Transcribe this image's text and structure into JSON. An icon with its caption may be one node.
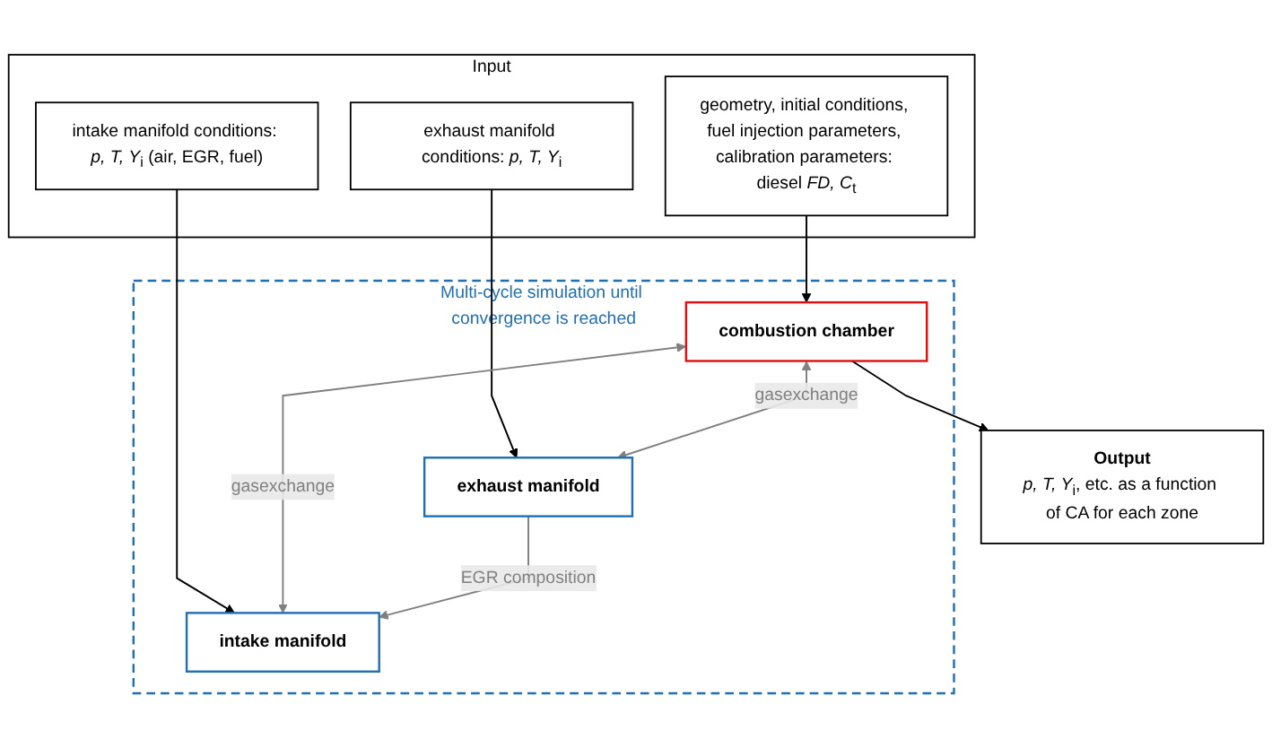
{
  "diagram": {
    "nodes": [
      {
        "text": [
          "Input"
        ]
      },
      {
        "text": [
          "intake manifold conditions: *p, T, Y*$_{i}$ (air, EGR, fuel)"
        ],
        "in": 0
      },
      {
        "text": [
          "geometry, initial conditions, fuel injection parameters, calibration parameters: diesel *FD, C*$_{t}$"
        ],
        "in": 0
      },
      {
        "text": [
          "exhaust manifold conditions: *p, T, Y*$_{i}$"
        ],
        "in": 0
      },
      {
        "text": [
          "Multi-cycle simulation until convergence is reached"
        ]
      },
      {
        "text": [
          "intake manifold"
        ],
        "in": 4
      },
      {
        "text": [
          "combustion chamber"
        ],
        "in": 4
      },
      {
        "text": [
          "exhaust manifold"
        ],
        "in": 4
      },
      {
        "text": [
          "Output",
          "*p, T, Y*$_{i}$, etc. as a function of CA for each zone"
        ]
      }
    ],
    "edges": [
      {
        "from": 1,
        "to": 5,
        "arrow": "to"
      },
      {
        "from": 2,
        "to": 6,
        "arrow": "to"
      },
      {
        "from": 3,
        "to": 7,
        "arrow": "to"
      },
      {
        "from": 6,
        "to": 5,
        "arrow": "both",
        "label": "gasexchange",
        "color": "#808080"
      },
      {
        "from": 6,
        "to": 7,
        "arrow": "both",
        "label": "gasexchange",
        "color": "#808080"
      },
      {
        "from": 7,
        "to": 5,
        "arrow": "to",
        "label": "EGR composition",
        "color": "#808080"
      },
      {
        "from": 6,
        "to": 8,
        "arrow": "to"
      }
    ]
  }
}
